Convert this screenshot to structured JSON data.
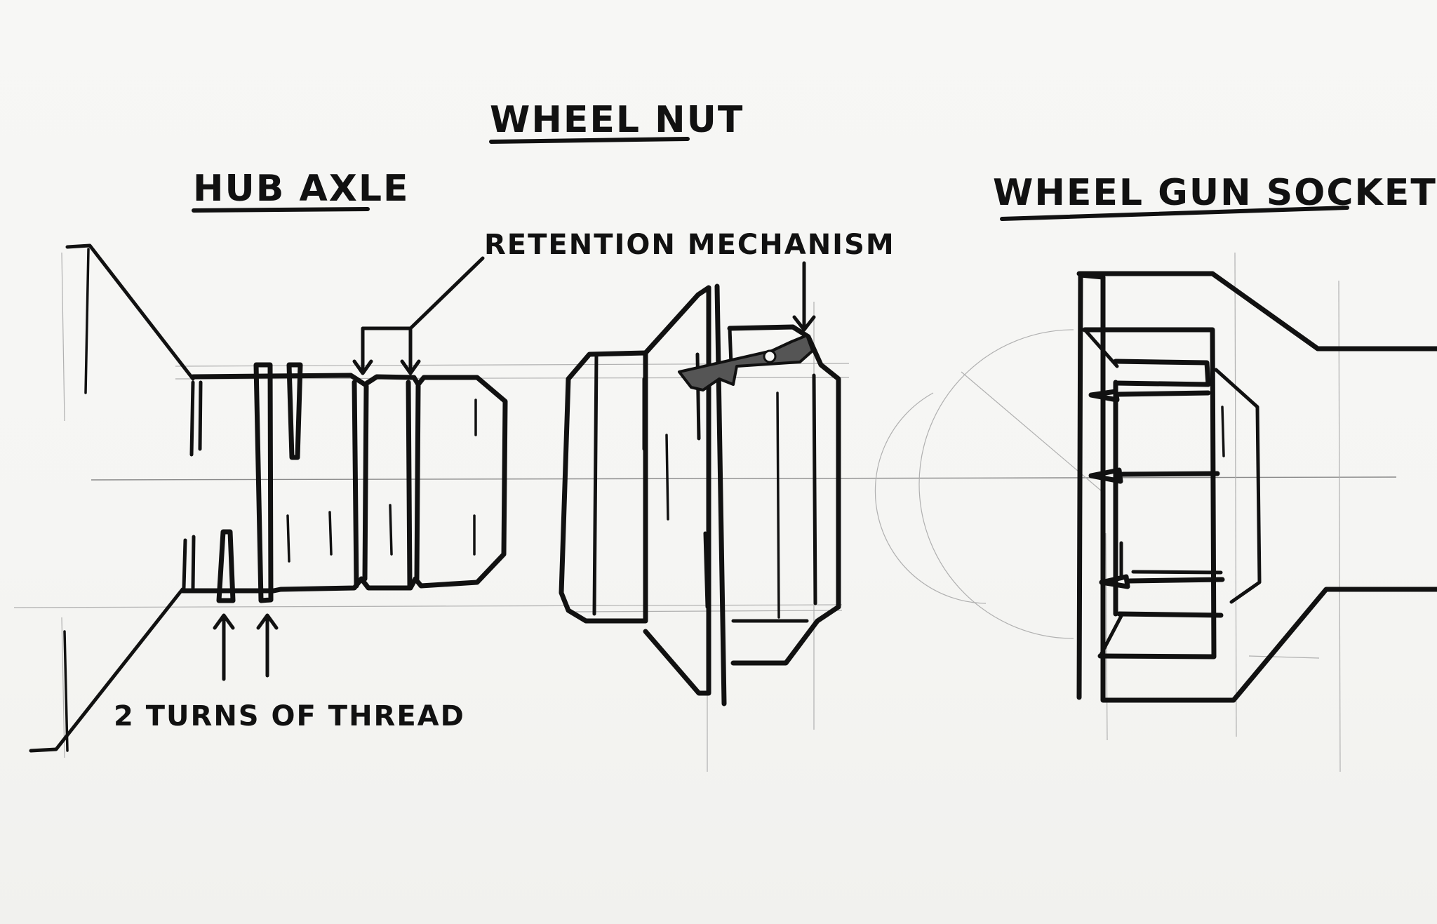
{
  "labels": {
    "wheel_nut": "WHEEL NUT",
    "hub_axle": "HUB AXLE",
    "wheel_gun_socket": "WHEEL GUN SOCKET",
    "retention_mechanism": "RETENTION MECHANISM",
    "two_turns_of_thread": "2 TURNS OF THREAD"
  },
  "colors": {
    "paper": "#f6f6f4",
    "ink": "#111111",
    "construction_line": "#8a8a8a"
  }
}
